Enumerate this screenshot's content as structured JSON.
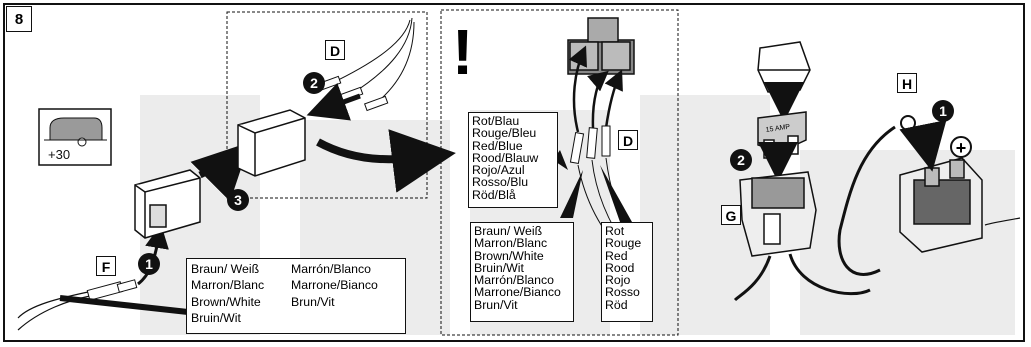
{
  "step_number": "8",
  "trailer_label": "+30",
  "warning_symbol": "!",
  "tags": {
    "d1": "D",
    "d2": "D",
    "f": "F",
    "g": "G",
    "h": "H"
  },
  "steps": {
    "s1": "1",
    "s2": "2",
    "s3": "3",
    "s4": "2",
    "s5": "1"
  },
  "plus_sign": "+",
  "wire_left": {
    "col1": [
      "Braun/ Weiß",
      "Marron/Blanc",
      "Brown/White",
      "Bruin/Wit"
    ],
    "col2": [
      "Marrón/Blanco",
      "Marrone/Bianco",
      "Brun/Vit"
    ]
  },
  "wire_red_blue": [
    "Rot/Blau",
    "Rouge/Bleu",
    "Red/Blue",
    "Rood/Blauw",
    "Rojo/Azul",
    "Rosso/Blu",
    "Röd/Blå"
  ],
  "wire_brown_white": [
    "Braun/ Weiß",
    "Marron/Blanc",
    "Brown/White",
    "Bruin/Wit",
    "Marrón/Blanco",
    "Marrone/Bianco",
    "Brun/Vit"
  ],
  "wire_red": [
    "Rot",
    "Rouge",
    "Red",
    "Rood",
    "Rojo",
    "Rosso",
    "Röd"
  ],
  "fuse_text": "15 AMP",
  "colors": {
    "ink": "#111111",
    "watermark": "#ececec"
  }
}
